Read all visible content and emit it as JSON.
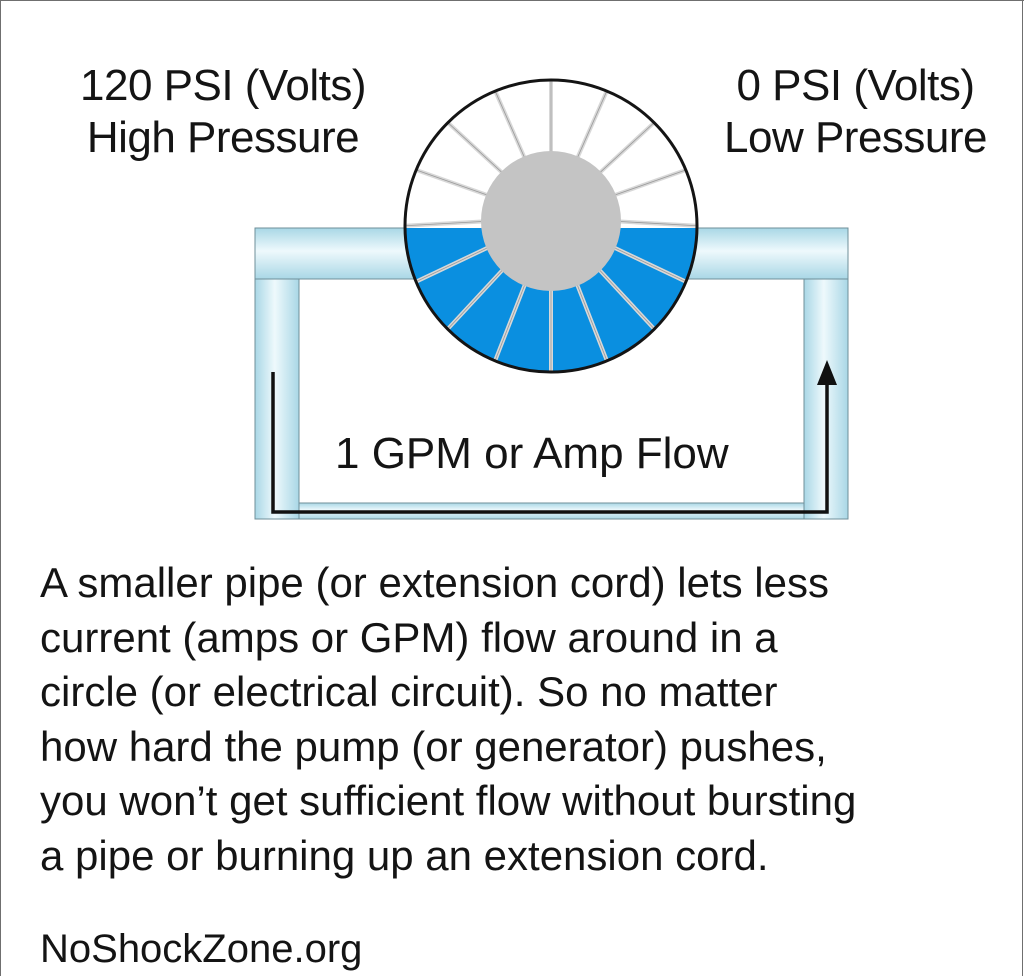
{
  "labels": {
    "high_line1": "120 PSI (Volts)",
    "high_line2": "High Pressure",
    "low_line1": "0 PSI (Volts)",
    "low_line2": "Low Pressure",
    "flow": "1 GPM or Amp Flow"
  },
  "caption": {
    "lines": [
      "A smaller pipe (or extension cord) lets less",
      "current (amps or GPM) flow around in a",
      "circle (or electrical circuit). So no matter",
      "how hard the pump (or generator) pushes,",
      "you won’t get sufficient flow without bursting",
      "a pipe or burning up an extension cord."
    ]
  },
  "footer": {
    "site": "NoShockZone.org"
  },
  "colors": {
    "water": "#0a8fe0",
    "hub": "#c4c4c4",
    "pipe_light": "#e6f6fa",
    "pipe_dark": "#a9d7e6",
    "pipe_edge": "#6f8f99",
    "arrow": "#111111"
  },
  "icons": {
    "pump": "water-wheel-icon",
    "flow_arrow": "up-arrow-icon"
  }
}
